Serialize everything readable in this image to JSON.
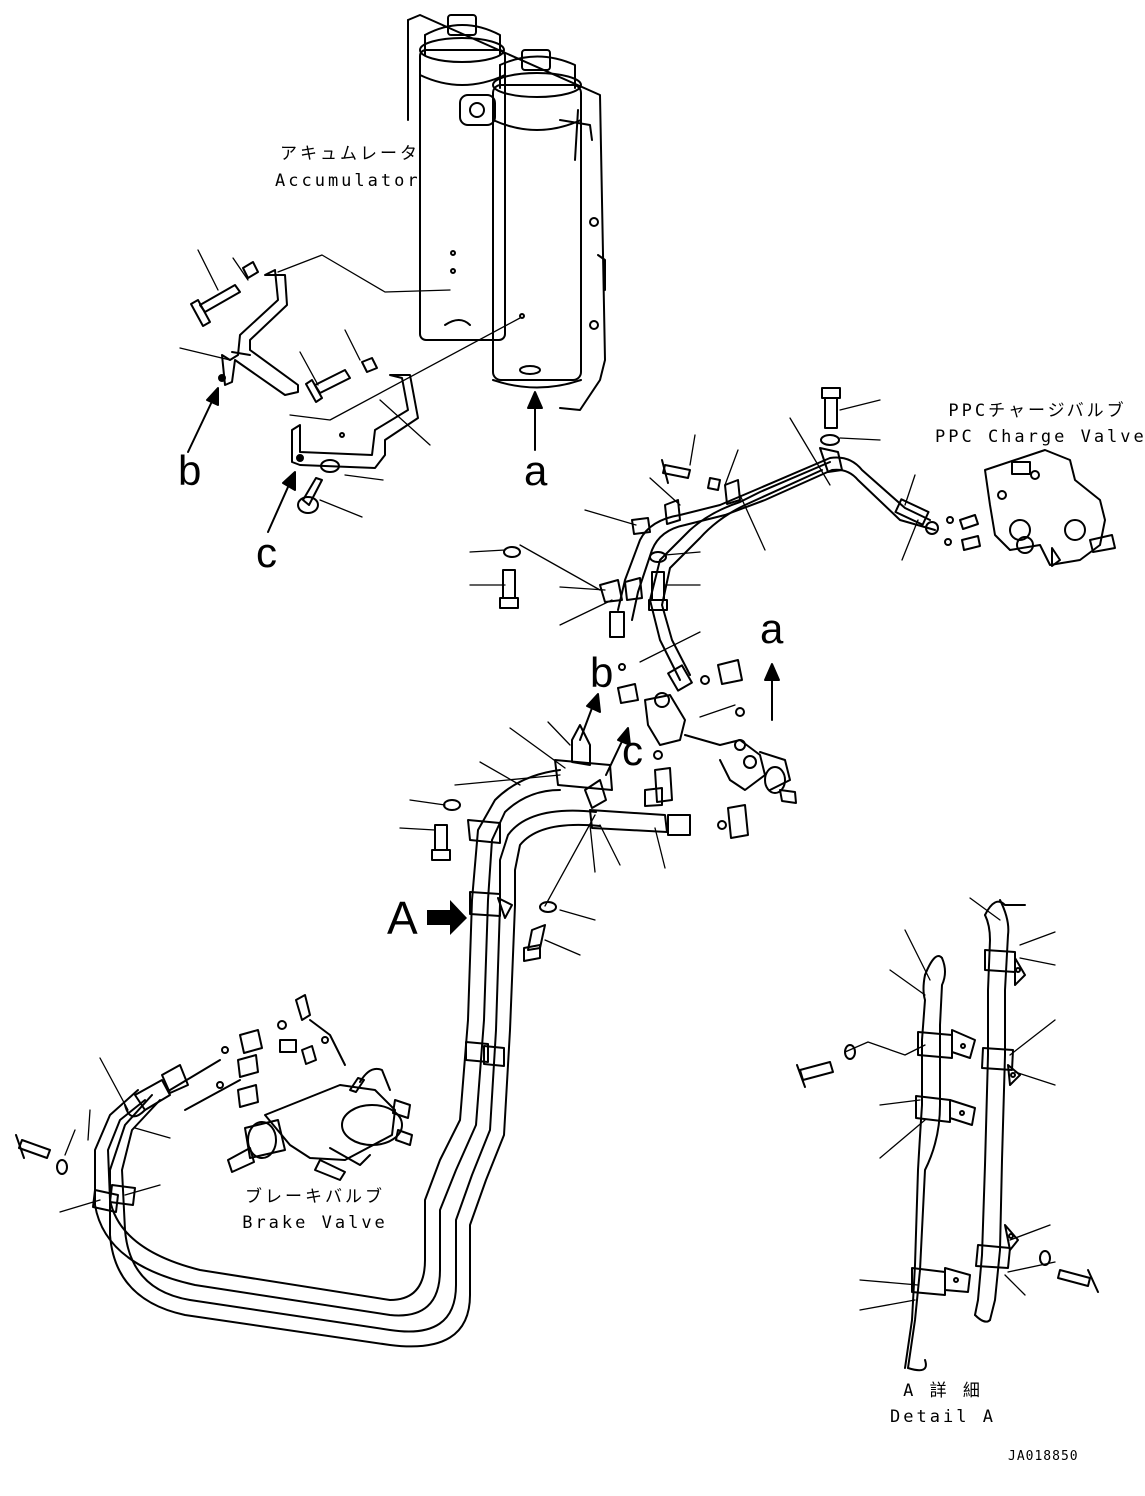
{
  "labels": {
    "accumulator_jp": "アキュムレータ",
    "accumulator_en": "Accumulator",
    "ppc_jp": "PPCチャージバルブ",
    "ppc_en": "PPC Charge Valve",
    "brake_jp": "ブレーキバルブ",
    "brake_en": "Brake Valve",
    "detail_jp": "A 詳 細",
    "detail_en": "Detail A",
    "ref_a_top": "a",
    "ref_a_mid": "a",
    "ref_b_left": "b",
    "ref_b_mid": "b",
    "ref_c_left": "c",
    "ref_c_mid": "c",
    "view_a": "A",
    "drawing_number": "JA018850"
  },
  "colors": {
    "ink": "#000000",
    "paper": "#ffffff"
  }
}
